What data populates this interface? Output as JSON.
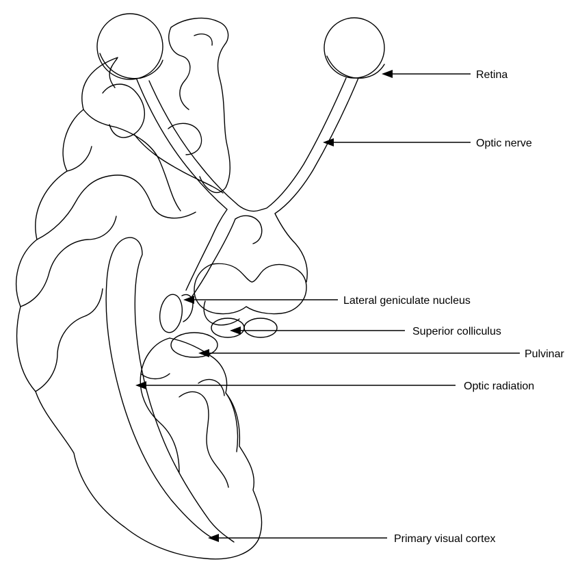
{
  "labels": {
    "retina": "Retina",
    "optic_nerve": "Optic nerve",
    "lateral_geniculate_nucleus": "Lateral geniculate nucleus",
    "superior_colliculus": "Superior colliculus",
    "pulvinar": "Pulvinar",
    "optic_radiation": "Optic radiation",
    "primary_visual_cortex": "Primary visual cortex"
  },
  "colors": {
    "stroke": "#000000",
    "background": "#ffffff"
  }
}
